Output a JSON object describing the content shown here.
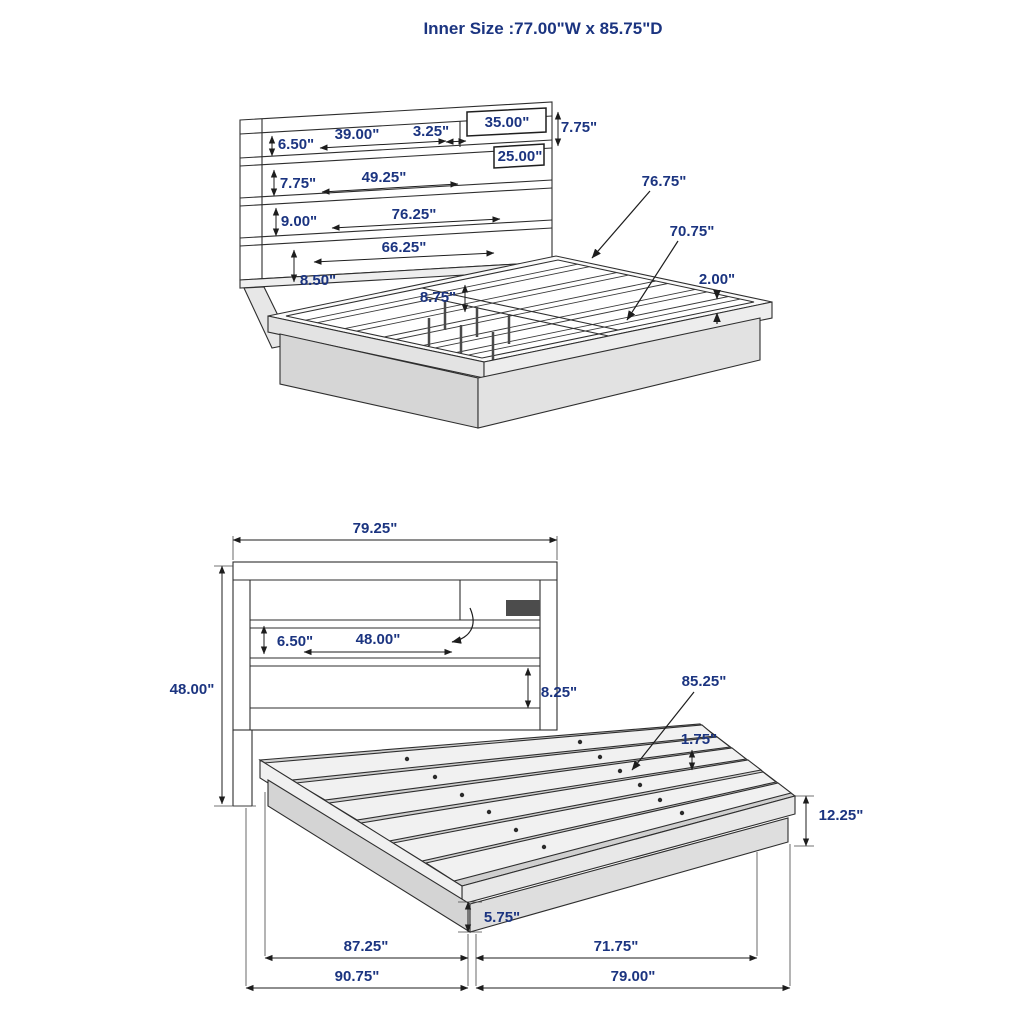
{
  "title": "Inner Size :77.00\"W x 85.75\"D",
  "iso": {
    "shelf1_h": "6.50\"",
    "shelf1_w": "39.00\"",
    "divider_w": "3.25\"",
    "cubby_w": "35.00\"",
    "cubby_h": "7.75\"",
    "cubby_inner_w": "25.00\"",
    "shelf2_h": "7.75\"",
    "shelf2_w": "49.25\"",
    "shelf3_h": "9.00\"",
    "shelf3_w": "76.25\"",
    "shelf4_w": "66.25\"",
    "base_h": "8.50\"",
    "slat_w": "8.75\"",
    "side_rail_l": "76.75\"",
    "center_rail_l": "70.75\"",
    "rail_t": "2.00\""
  },
  "front": {
    "headboard_w": "79.25\"",
    "headboard_h": "48.00\"",
    "shelf_h": "6.50\"",
    "shelf_w": "48.00\"",
    "ledge_h": "8.25\"",
    "deck_l": "85.25\"",
    "plank_gap": "1.75\"",
    "side_h": "12.25\"",
    "base_h": "5.75\"",
    "deck_bottom_l": "87.25\"",
    "foot_w": "71.75\"",
    "overall_l": "90.75\"",
    "overall_w": "79.00\""
  }
}
